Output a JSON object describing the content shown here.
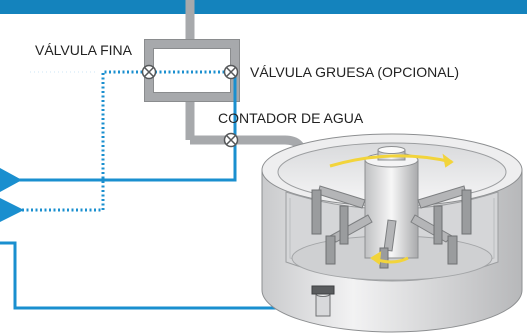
{
  "colors": {
    "header_band": "#1483bd",
    "pipe_solid": "#1a8fcf",
    "pipe_dotted": "#1a8fcf",
    "pipe_gray": "#a7a9ac",
    "pipe_gray_dark": "#8a8c8e",
    "water_drop": "#1e90d6",
    "tank_body": "#e6e7e8",
    "tank_shadow": "#c7c8ca",
    "flow_arrow": "#f2d43b"
  },
  "labels": {
    "fine_valve": "VÁLVULA FINA",
    "coarse_valve": "VÁLVULA GRUESA (OPCIONAL)",
    "water_meter": "CONTADOR DE AGUA"
  },
  "icons": {
    "fine_valve": "valve-icon",
    "coarse_valve": "valve-icon",
    "meter_valve": "valve-icon",
    "water_drop": "water-drop-icon",
    "discharge_valve": "discharge-valve-icon"
  }
}
